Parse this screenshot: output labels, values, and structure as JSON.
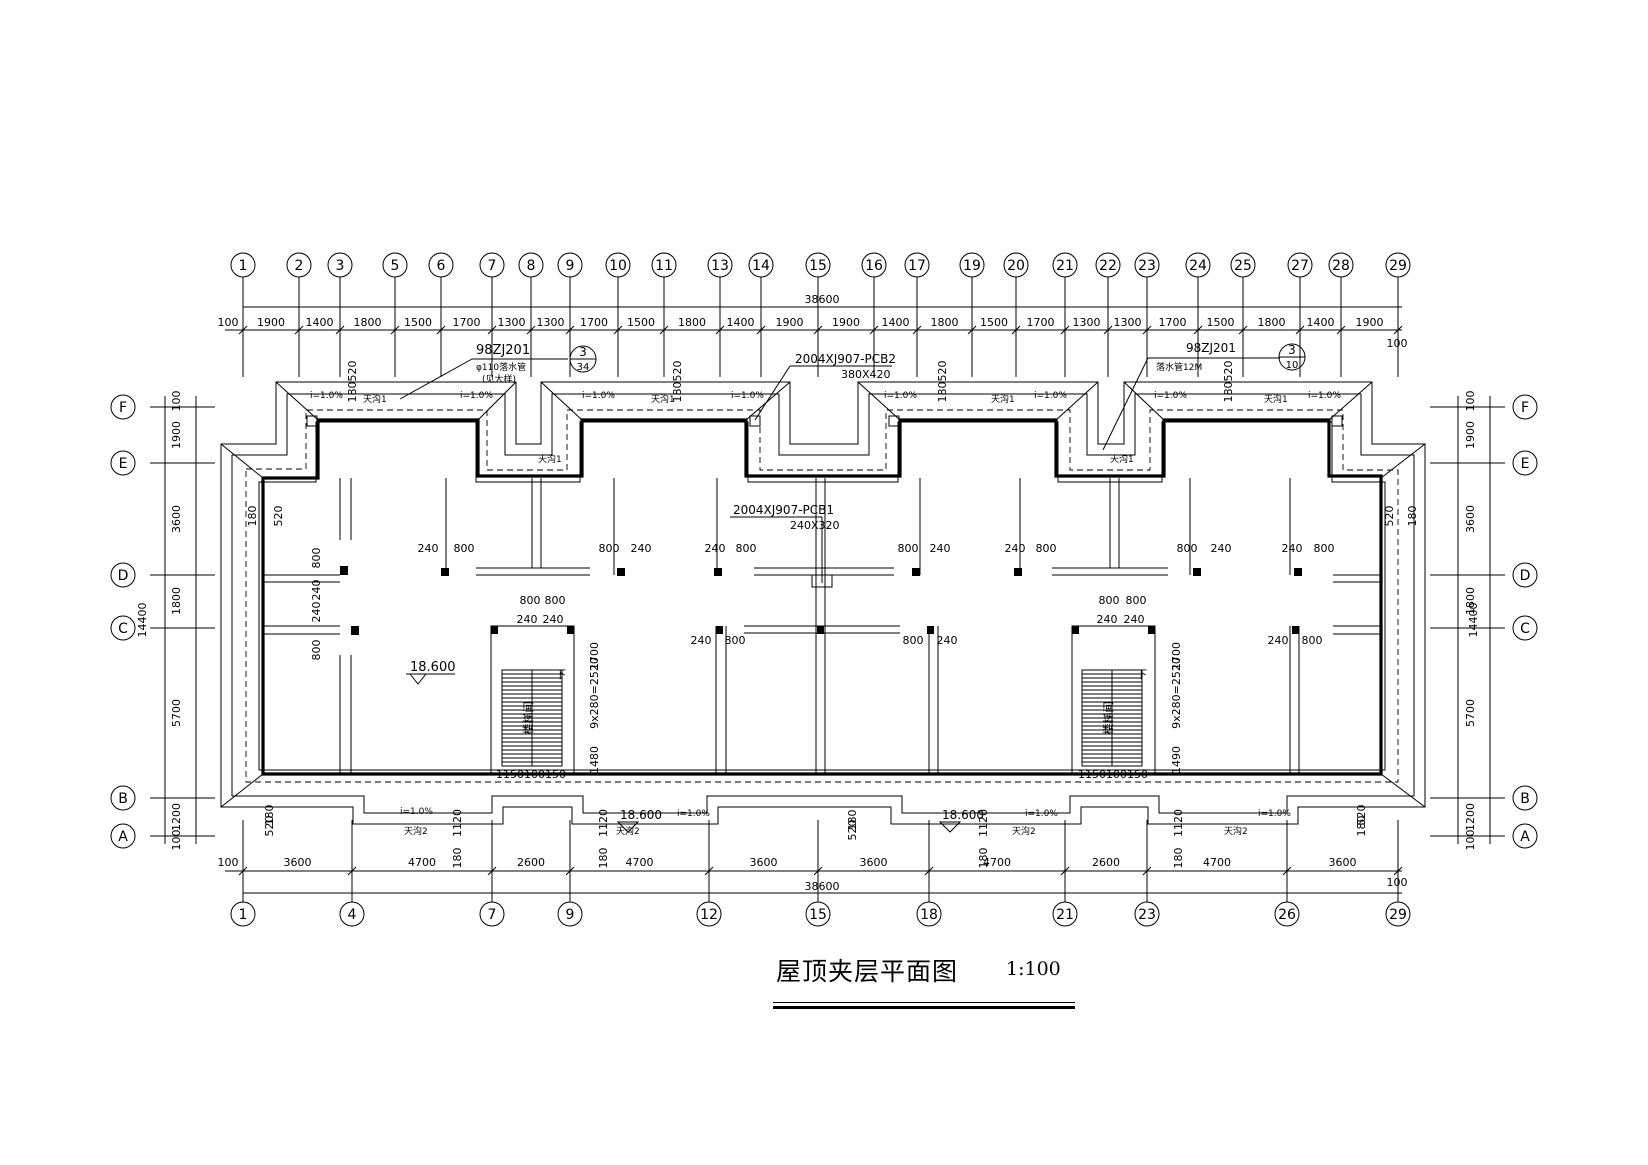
{
  "drawing": {
    "title": "屋顶夹层平面图",
    "scale": "1:100"
  },
  "axes_top": [
    "1",
    "2",
    "3",
    "5",
    "6",
    "7",
    "8",
    "9",
    "10",
    "11",
    "13",
    "14",
    "15",
    "16",
    "17",
    "19",
    "20",
    "21",
    "22",
    "23",
    "24",
    "25",
    "27",
    "28",
    "29"
  ],
  "axes_bottom": [
    "1",
    "4",
    "7",
    "9",
    "12",
    "15",
    "18",
    "21",
    "23",
    "26",
    "29"
  ],
  "axes_side": [
    "F",
    "E",
    "D",
    "C",
    "B",
    "A"
  ],
  "dims": {
    "overall": "38600",
    "top_start": "100",
    "top_end": "100",
    "top_segments": [
      "1900",
      "1400",
      "1800",
      "1500",
      "1700",
      "1300",
      "1300",
      "1700",
      "1500",
      "1800",
      "1400",
      "1900",
      "1900",
      "1400",
      "1800",
      "1500",
      "1700",
      "1300",
      "1300",
      "1700",
      "1500",
      "1800",
      "1400",
      "1900"
    ],
    "bottom_start": "100",
    "bottom_end": "100",
    "bottom_segments": [
      "3600",
      "4700",
      "2600",
      "4700",
      "3600",
      "3600",
      "4700",
      "2600",
      "4700",
      "3600"
    ],
    "side_total": "14400",
    "side_segments": [
      "100",
      "1900",
      "3600",
      "1800",
      "5700",
      "1200",
      "100"
    ]
  },
  "annotations": {
    "ref_top_left": "98ZJ201",
    "ref_top_left_sub": "φ110落水管",
    "ref_top_left_sub2": "(见大样)",
    "bubble_left_num": "3",
    "bubble_left_den": "34",
    "ref_top_right": "98ZJ201",
    "ref_top_right_sub": "落水管12M",
    "bubble_right_num": "3",
    "bubble_right_den": "10",
    "pcb2": "2004XJ907-PCB2",
    "pcb2_size": "380X420",
    "pcb1": "2004XJ907-PCB1",
    "pcb1_size": "240X320",
    "elevation_main": "18.600",
    "elevation_bottom_1": "18.600",
    "elevation_bottom_2": "18.600",
    "slope": "i=1.0%",
    "gutter1": "天沟1",
    "gutter2": "天沟2",
    "stair_riser": "9x280=2520",
    "stair_width": "1150100150",
    "stair_up": "1700",
    "stair_low": "1480",
    "stair_low_2": "1490",
    "stair_label": "楼梯间",
    "stair_down": "下",
    "opening_800": "800",
    "wall_240": "240",
    "gap_520": "520",
    "gap_180": "180",
    "gap_1120": "1120"
  }
}
